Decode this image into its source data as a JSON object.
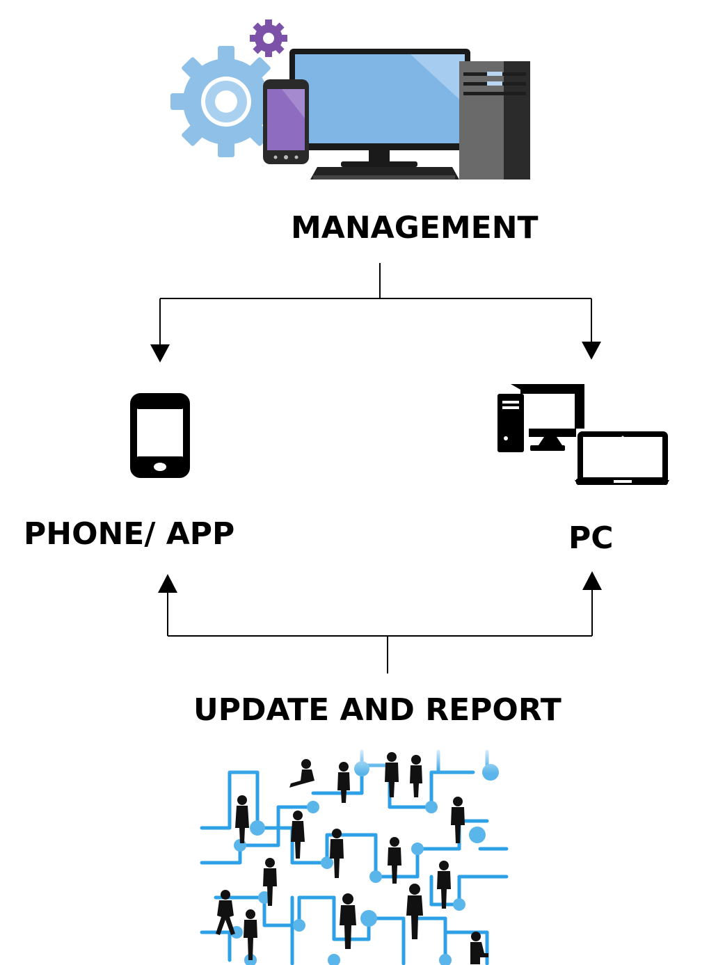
{
  "diagram": {
    "top_node": {
      "label": "MANAGEMENT",
      "icon": "management-devices-illustration"
    },
    "left_node": {
      "label": "PHONE/ APP",
      "icon": "smartphone-icon"
    },
    "right_node": {
      "label": "PC",
      "icon": "desktop-laptop-icon"
    },
    "bottom_node": {
      "label": "UPDATE AND REPORT",
      "icon": "people-network-illustration"
    },
    "colors": {
      "gear": "#8ec0e8",
      "small_gear": "#7b52a8",
      "monitor_screen": "#7fb6e6",
      "phone_screen": "#8e6cc0",
      "tower": "#5a5a5a",
      "network_line": "#2ea0e6",
      "network_node": "#59b5ea",
      "silhouette": "#111111"
    }
  }
}
